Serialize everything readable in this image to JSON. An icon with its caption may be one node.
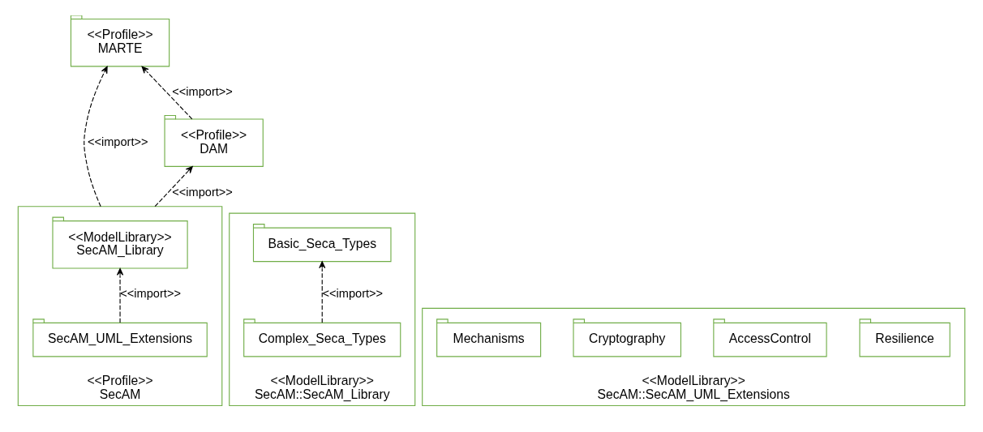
{
  "diagram": {
    "nodes": [
      {
        "text": [
          "<<Profile>>",
          "MARTE"
        ]
      },
      {
        "text": [
          "<<Profile>>",
          "DAM"
        ]
      },
      {
        "text": [
          "<<Profile>>",
          "SecAM"
        ]
      },
      {
        "text": [
          "<<ModelLibrary>>",
          "SecAM_Library"
        ],
        "in": 2
      },
      {
        "text": [
          "SecAM_UML_Extensions"
        ],
        "in": 2
      },
      {
        "text": [
          "<<ModelLibrary>>",
          "SecAM::SecAM_Library"
        ]
      },
      {
        "text": [
          "Basic_Seca_Types"
        ],
        "in": 5
      },
      {
        "text": [
          "Complex_Seca_Types"
        ],
        "in": 5
      },
      {
        "text": [
          "<<ModelLibrary>>",
          "SecAM::SecAM_UML_Extensions"
        ]
      },
      {
        "text": [
          "Resilience"
        ],
        "in": 8
      },
      {
        "text": [
          "AccessControl"
        ],
        "in": 8
      },
      {
        "text": [
          "Cryptography"
        ],
        "in": 8
      },
      {
        "text": [
          "Mechanisms"
        ],
        "in": 8
      }
    ],
    "edges": [
      {
        "from": 1,
        "to": 0,
        "arrow": "to",
        "label": "<<import>>",
        "style": "dashed"
      },
      {
        "from": 2,
        "to": 0,
        "arrow": "to",
        "label": "<<import>>",
        "style": "dashed"
      },
      {
        "from": 2,
        "to": 1,
        "arrow": "to",
        "label": "<<import>>",
        "style": "dashed"
      },
      {
        "from": 4,
        "to": 3,
        "arrow": "to",
        "label": "<<import>>",
        "style": "dashed"
      },
      {
        "from": 7,
        "to": 6,
        "arrow": "to",
        "label": "<<import>>",
        "style": "dashed"
      }
    ]
  }
}
